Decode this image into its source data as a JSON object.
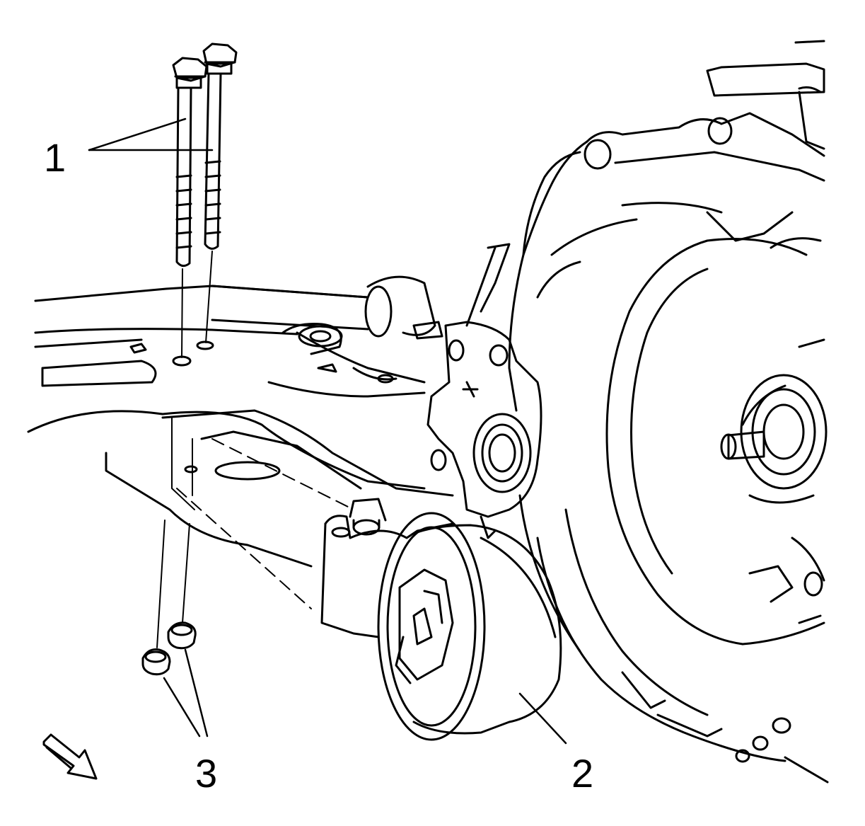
{
  "figure": {
    "callouts": {
      "bolts": "1",
      "mount": "2",
      "nuts": "3"
    },
    "line_color": "#000000",
    "background_color": "#ffffff",
    "direction_icon": "front-direction-arrow-icon"
  }
}
